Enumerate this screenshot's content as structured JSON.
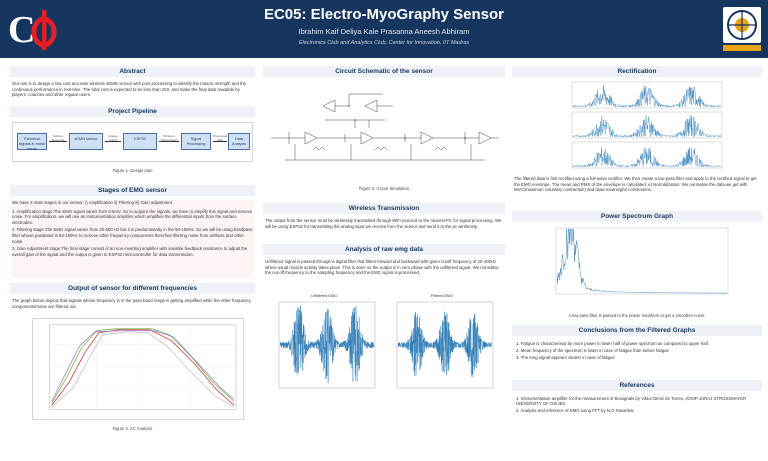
{
  "header": {
    "title": "EC05: Electro-MyoGraphy Sensor",
    "authors": "Ibrahim Kaif    Deliya Kale    Prasanna    Aneesh    Abhiram",
    "affiliation": "Electronics Club and Analytics Club, Center for Innovation, IIT Madras"
  },
  "abstract": {
    "heading": "Abstract",
    "text": "Our aim is to design a low cost accurate wireless sEMG sensor with post processing to identify the muscle strength and the continuous performance in real-time. The total cost is expected to be less than 250, and make the final data readable by players, coaches and other regular users."
  },
  "pipeline": {
    "heading": "Project Pipeline",
    "nodes": [
      "Electrical signals in motor nerve",
      "sEMG sensor",
      "ESP32",
      "Signal Processing",
      "Data Analysis"
    ],
    "edges": [
      "Surface Electrode",
      "Analog Output",
      "Wireless Transmission",
      "Processed data"
    ],
    "caption": "Figure 1. Design plan"
  },
  "stages": {
    "heading": "Stages of EMG sensor",
    "intro": "We have 3 main stages in our sensor: i) Amplification ii) Filtering iii) Gain adjustment",
    "items": [
      "1. Amplification stage:The EMG signal varies from 0-5mV. So to acquire the signals, we have to amplify this signal and remove noise. For amplification, we will use an instrumentation amplifier which amplifies the differential inputs from the surface electrodes.",
      "2. Filtering stage:The EMG signal varies from 20-500 Hz but it is predominantly in the 50-150Hz. So we will be using bandpass filter whose passband is 50-150Hz to remove other frequency components therefore filtering noise from artifacts and other noise.",
      "3. Gain Adjustment stage:The final stage consist of an non-inverting amplifier with variable feedback resistance to adjust the overall gain of the signal and the output is given to ESP32 microcontroller for data transmission."
    ]
  },
  "output": {
    "heading": "Output of sensor for different frequencies",
    "text": "The graph below depicts that signals whose frequency is in the pass-band range is getting amplified while the other frequency components/noise are filtered out.",
    "caption": "Figure 2. AC Analysis"
  },
  "circuit": {
    "heading": "Circuit Schematic of the sensor",
    "caption": "Figure 3. Circuit Simulation"
  },
  "wireless": {
    "heading": "Wireless Transmission",
    "text": "The output from the sensor must be wirelessly transmitted through WiFi protocol to the nearest PC for signal processing. We will be using ESP32 for transmitting the analog input we receive from the sensor and send it to the pc wirelessly."
  },
  "analysis": {
    "heading": "Analysis of raw emg data",
    "text": "Unfiltered signal is passed through a digital filter that filters forward and backward with given cutoff frequency of 20-400Hz where usual muscle activity takes place. This is done so the output is in zero phase with the unfiltered signal. We normalise the cut-off frequency to the sampling frequency and the EMG signal is processed.",
    "left_title": "Unfiltered EMG",
    "right_title": "Filtered EMG"
  },
  "rectification": {
    "heading": "Rectification",
    "text": "The filtered data is first rectified using a full-wave rectifier. We then create a low pass filter and apply to the rectified signal to get the EMG envelope. The mean and RMS of the envelope is calculated. e) Normalization: We normalise the data we get with MVC(maximum voluntary contraction) and draw meaningful conclusions."
  },
  "psd": {
    "heading": "Power Spectrum Graph",
    "caption": "A low pass filter is passed to the power transform to get a smoother curve."
  },
  "conclusions": {
    "heading": "Conclusions from the Filtered Graphs",
    "items": [
      "1. Fatigue is characterised by more power in lower half of power spectrum as compared to upper half.",
      "2. Mean frequency of the spectrum is lower in case of fatigue than before fatigue",
      "3. The emg signal appears clearer in case of fatigue"
    ]
  },
  "references": {
    "heading": "References",
    "items": [
      "1. Instrumentation amplifier for the measurement of Biosignals by Viktor Dimić de Torres, JOSIP JURAJ STROSSMAYER UNIVERSITY OF OSIJEK",
      "2. Analysis and inference of EMG using FFT by N.G Savankar"
    ]
  },
  "colors": {
    "banner": "#17365f",
    "accent": "#e31e24",
    "signal": "#2c7bb6",
    "band": "#eef1f5"
  }
}
